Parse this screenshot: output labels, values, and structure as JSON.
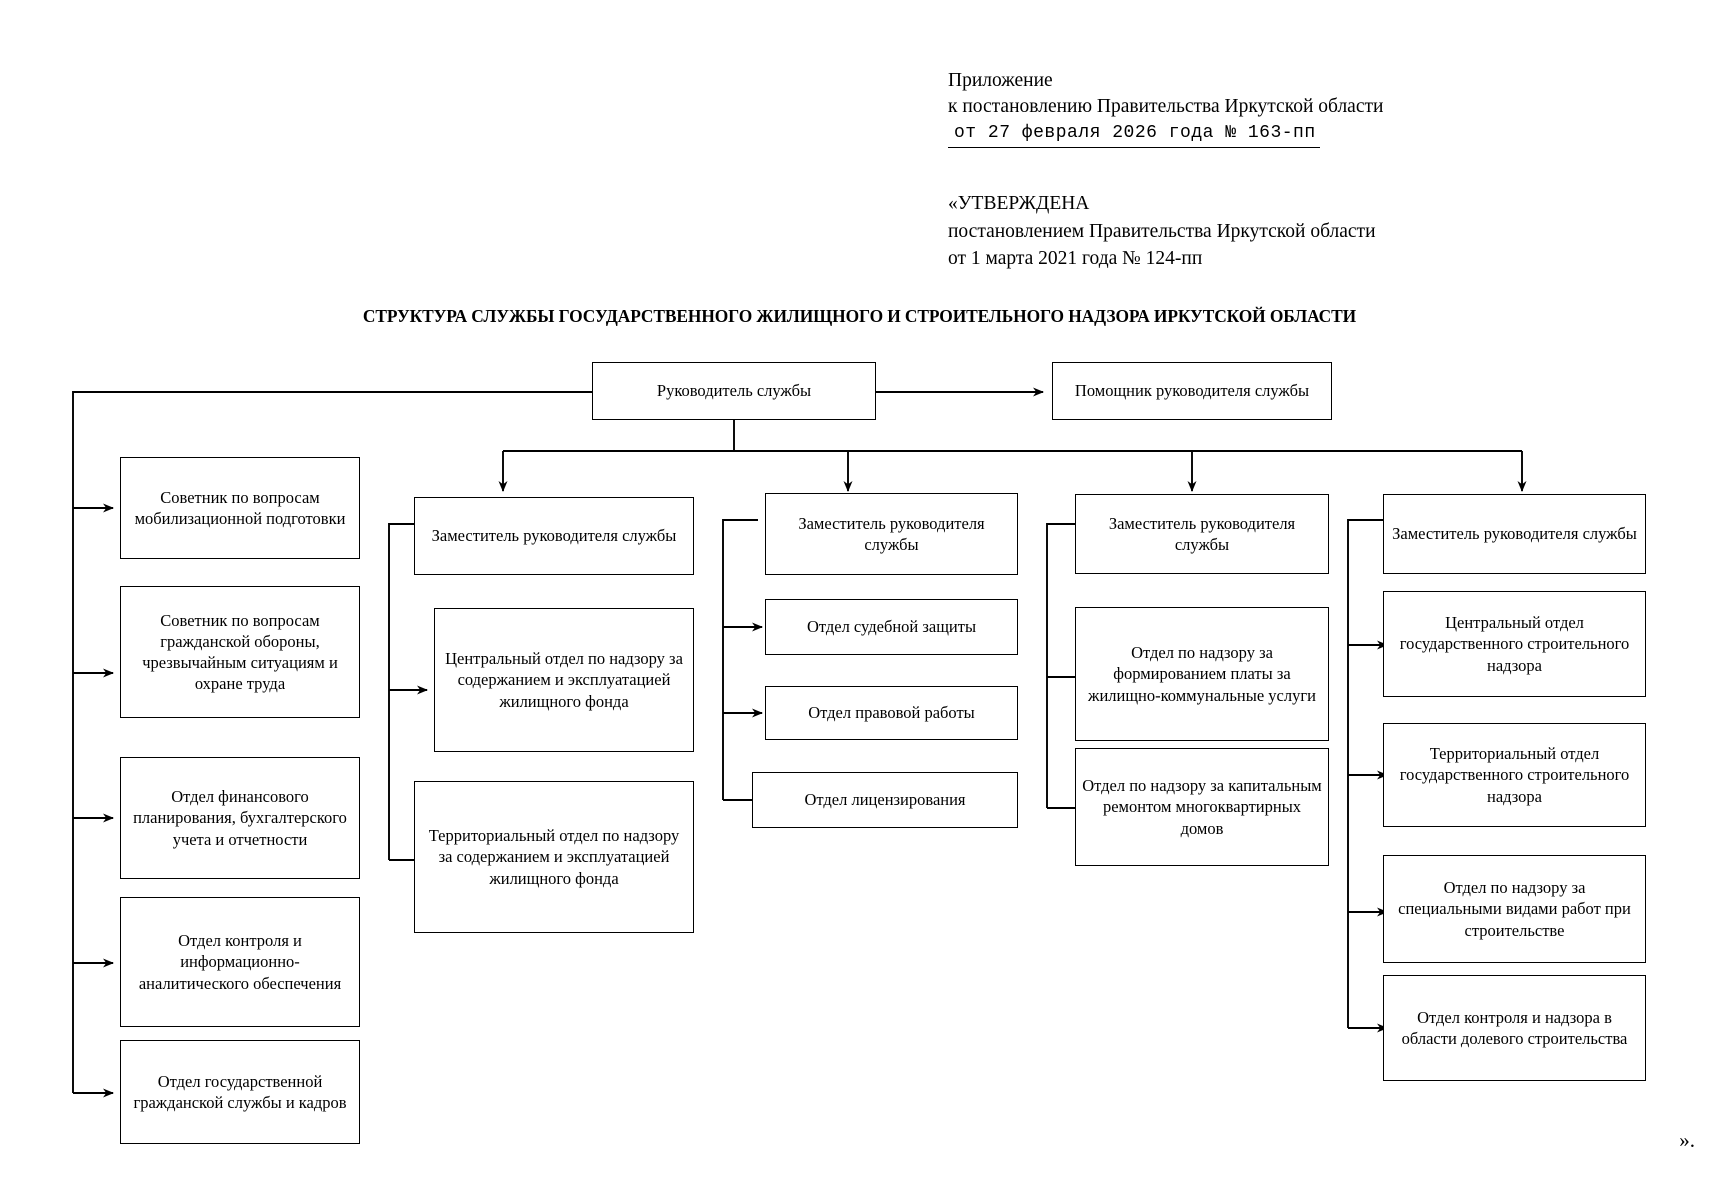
{
  "header": {
    "line1": "Приложение",
    "line2": "к постановлению Правительства Иркутской области",
    "decree_line": "от 27 февраля 2026 года № 163-пп"
  },
  "approved": {
    "line1": "«УТВЕРЖДЕНА",
    "line2": "постановлением Правительства Иркутской области",
    "line3": "от 1 марта 2021 года № 124-пп"
  },
  "title": "СТРУКТУРА СЛУЖБЫ ГОСУДАРСТВЕННОГО ЖИЛИЩНОГО И СТРОИТЕЛЬНОГО НАДЗОРА ИРКУТСКОЙ ОБЛАСТИ",
  "closing_quote": "».",
  "chart_data": {
    "type": "diagram",
    "title": "СТРУКТУРА СЛУЖБЫ ГОСУДАРСТВЕННОГО ЖИЛИЩНОГО И СТРОИТЕЛЬНОГО НАДЗОРА ИРКУТСКОЙ ОБЛАСТИ",
    "orientation": "top-down",
    "nodes": {
      "head": "Руководитель службы",
      "assistant": "Помощник руководителя службы",
      "advisor_mobilization": "Советник по вопросам мобилизационной подготовки",
      "advisor_civil_defence": "Советник по вопросам гражданской обороны, чрезвычайным ситуациям и охране труда",
      "dept_finance": "Отдел финансового планирования, бухгалтерского учета и отчетности",
      "dept_control_info": "Отдел контроля и информационно-аналитического обеспечения",
      "dept_civil_service": "Отдел государственной гражданской службы и кадров",
      "deputy1": "Заместитель руководителя службы",
      "dept_central_housing": "Центральный отдел по надзору за содержанием и эксплуатацией жилищного фонда",
      "dept_territorial_housing": "Территориальный отдел по надзору за содержанием и эксплуатацией жилищного фонда",
      "deputy2": "Заместитель руководителя службы",
      "dept_judicial": "Отдел судебной защиты",
      "dept_legal": "Отдел правовой работы",
      "dept_licensing": "Отдел лицензирования",
      "deputy3": "Заместитель руководителя службы",
      "dept_payment": "Отдел по надзору за формированием платы за жилищно-коммунальные услуги",
      "dept_capital_repair": "Отдел по надзору за капитальным ремонтом многоквартирных домов",
      "deputy4": "Заместитель руководителя службы",
      "dept_central_construction": "Центральный отдел государственного строительного надзора",
      "dept_territorial_construction": "Территориальный отдел государственного строительного надзора",
      "dept_special_works": "Отдел по надзору за специальными видами работ при строительстве",
      "dept_shared_construction": "Отдел контроля и надзора в области долевого строительства"
    },
    "edges": [
      {
        "from": "head",
        "to": "assistant"
      },
      {
        "from": "head",
        "to": "advisor_mobilization"
      },
      {
        "from": "head",
        "to": "advisor_civil_defence"
      },
      {
        "from": "head",
        "to": "dept_finance"
      },
      {
        "from": "head",
        "to": "dept_control_info"
      },
      {
        "from": "head",
        "to": "dept_civil_service"
      },
      {
        "from": "head",
        "to": "deputy1"
      },
      {
        "from": "head",
        "to": "deputy2"
      },
      {
        "from": "head",
        "to": "deputy3"
      },
      {
        "from": "head",
        "to": "deputy4"
      },
      {
        "from": "deputy1",
        "to": "dept_central_housing"
      },
      {
        "from": "deputy1",
        "to": "dept_territorial_housing"
      },
      {
        "from": "deputy2",
        "to": "dept_judicial"
      },
      {
        "from": "deputy2",
        "to": "dept_legal"
      },
      {
        "from": "deputy2",
        "to": "dept_licensing"
      },
      {
        "from": "deputy3",
        "to": "dept_payment"
      },
      {
        "from": "deputy3",
        "to": "dept_capital_repair"
      },
      {
        "from": "deputy4",
        "to": "dept_central_construction"
      },
      {
        "from": "deputy4",
        "to": "dept_territorial_construction"
      },
      {
        "from": "deputy4",
        "to": "dept_special_works"
      },
      {
        "from": "deputy4",
        "to": "dept_shared_construction"
      }
    ]
  }
}
